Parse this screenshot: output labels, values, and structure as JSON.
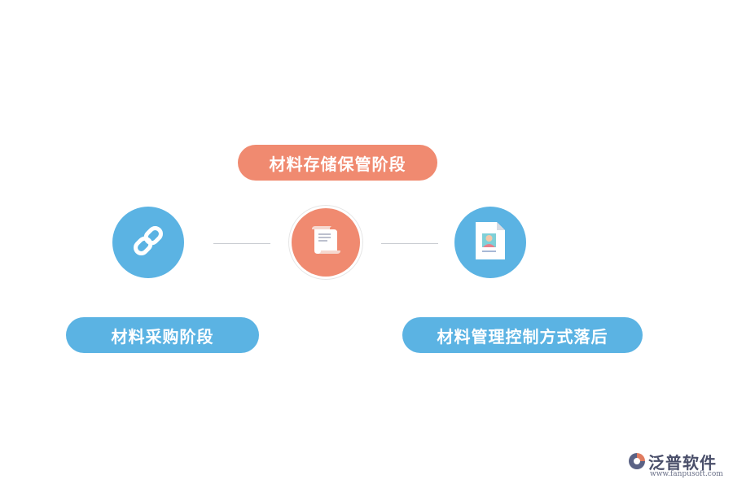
{
  "stages": {
    "storage": {
      "label": "材料存储保管阶段",
      "icon": "scroll-icon",
      "color": "#f08a70"
    },
    "purchase": {
      "label": "材料采购阶段",
      "icon": "link-icon",
      "color": "#5bb3e3"
    },
    "management": {
      "label": "材料管理控制方式落后",
      "icon": "id-document-icon",
      "color": "#5bb3e3"
    }
  },
  "brand": {
    "name": "泛普软件",
    "url": "www.fanpusoft.com",
    "icon": "fanpu-logo-icon"
  }
}
